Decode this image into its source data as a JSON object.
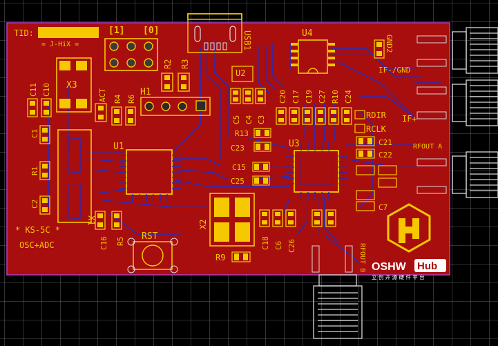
{
  "board": {
    "board_color": "#a80e0e",
    "outline_color": "#b040c0",
    "silk_color": "#f5c800",
    "copper_color": "#2a2ab8",
    "grid_color": "#8a8a8a"
  },
  "labels": {
    "tid": "TID:",
    "jhix": "= J-HiX =",
    "jumper1": "[1]",
    "jumper0": "[0]",
    "r2": "R2",
    "r3": "R3",
    "usb1": "USB1",
    "u4": "U4",
    "gnd2": "GND2",
    "if_gnd": "IF-/GND",
    "c11": "C11",
    "c10": "C10",
    "x3": "X3",
    "act": "ACT",
    "r4": "R4",
    "r6": "R6",
    "h1": "H1",
    "u2": "U2",
    "c20": "C20",
    "c17": "C17",
    "c19": "C19",
    "c27": "C27",
    "r10": "R10",
    "c24": "C24",
    "c5": "C5",
    "c4": "C4",
    "c3": "C3",
    "rdir": "RDIR",
    "if_plus": "IF+",
    "rclk": "RCLK",
    "c1": "C1",
    "r13": "R13",
    "c21": "C21",
    "rfout_a": "RFOUT A",
    "c23": "C23",
    "u1": "U1",
    "u3": "U3",
    "c22": "C22",
    "r1": "R1",
    "c15": "C15",
    "c25": "C25",
    "c2": "C2",
    "c7": "C7",
    "x1": "X1",
    "x2": "X2",
    "ks5c": "* KS-5C *",
    "osc_adc": "OSC+ADC",
    "c16": "C16",
    "r5": "R5",
    "rst": "RST",
    "c18": "C18",
    "c6": "C6",
    "c26": "C26",
    "rfout_b": "RFOUT B",
    "r9": "R9",
    "oshw": "OSHW",
    "hub": "Hub",
    "oshw_sub": "立 创 开 源 硬 件 平 台"
  }
}
